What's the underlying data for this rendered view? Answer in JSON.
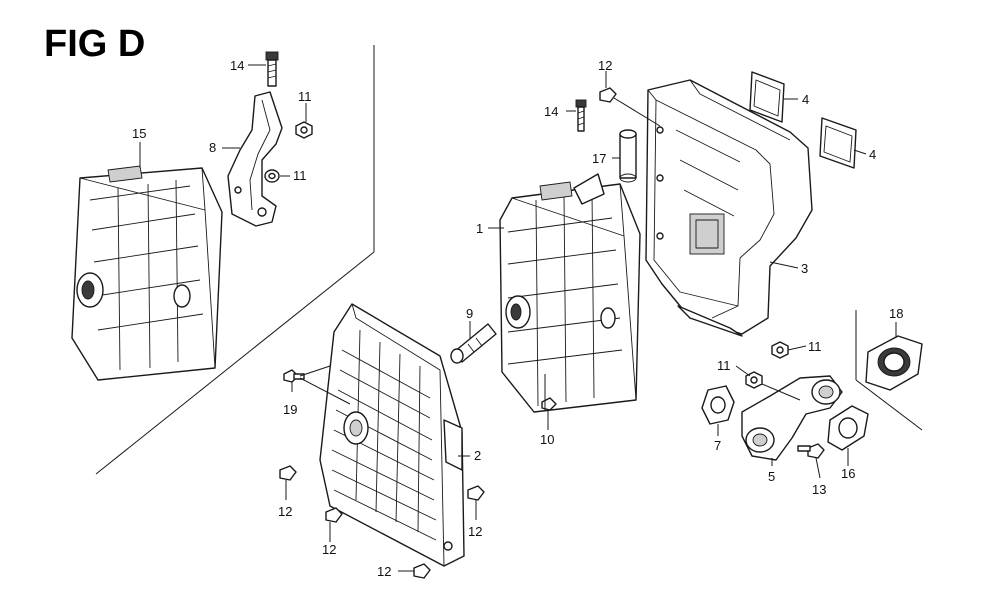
{
  "figure": {
    "title": "FIG D"
  },
  "callouts": {
    "c1": "1",
    "c2": "2",
    "c3": "3",
    "c4a": "4",
    "c4b": "4",
    "c5": "5",
    "c7": "7",
    "c8": "8",
    "c9": "9",
    "c10": "10",
    "c11a": "11",
    "c11b": "11",
    "c11c": "11",
    "c11d": "11",
    "c12a": "12",
    "c12b": "12",
    "c12c": "12",
    "c12d": "12",
    "c12e": "12",
    "c13": "13",
    "c14a": "14",
    "c14b": "14",
    "c15": "15",
    "c16": "16",
    "c17": "17",
    "c18": "18",
    "c19": "19"
  }
}
